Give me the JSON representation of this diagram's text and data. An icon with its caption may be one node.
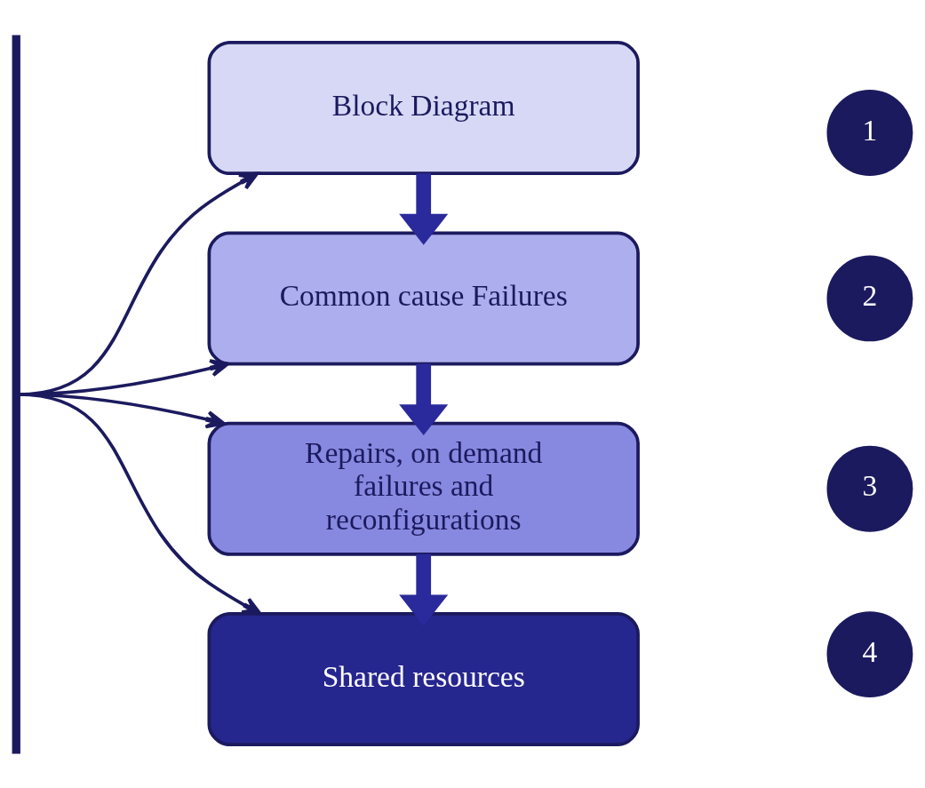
{
  "diagram": {
    "nodes": [
      {
        "text": [],
        "shape": "bar"
      },
      {
        "text": [
          "Block Diagram"
        ]
      },
      {
        "text": [
          "Common cause Failures"
        ]
      },
      {
        "text": [
          "Repairs, on demand failures and reconfigurations"
        ]
      },
      {
        "text": [
          "Shared resources"
        ]
      },
      {
        "text": [
          "1"
        ]
      },
      {
        "text": [
          "2"
        ]
      },
      {
        "text": [
          "3"
        ]
      },
      {
        "text": [
          "4"
        ]
      }
    ],
    "edges": [
      {
        "from": 0,
        "to": 1,
        "arrow": "to"
      },
      {
        "from": 0,
        "to": 2,
        "arrow": "to"
      },
      {
        "from": 0,
        "to": 3,
        "arrow": "to"
      },
      {
        "from": 0,
        "to": 4,
        "arrow": "to"
      },
      {
        "from": 1,
        "to": 2,
        "arrow": "to",
        "style": "thick",
        "color": "#2b2a9c"
      },
      {
        "from": 2,
        "to": 3,
        "arrow": "to",
        "style": "thick",
        "color": "#2b2a9c"
      },
      {
        "from": 3,
        "to": 4,
        "arrow": "to",
        "style": "thick",
        "color": "#2b2a9c"
      }
    ]
  }
}
